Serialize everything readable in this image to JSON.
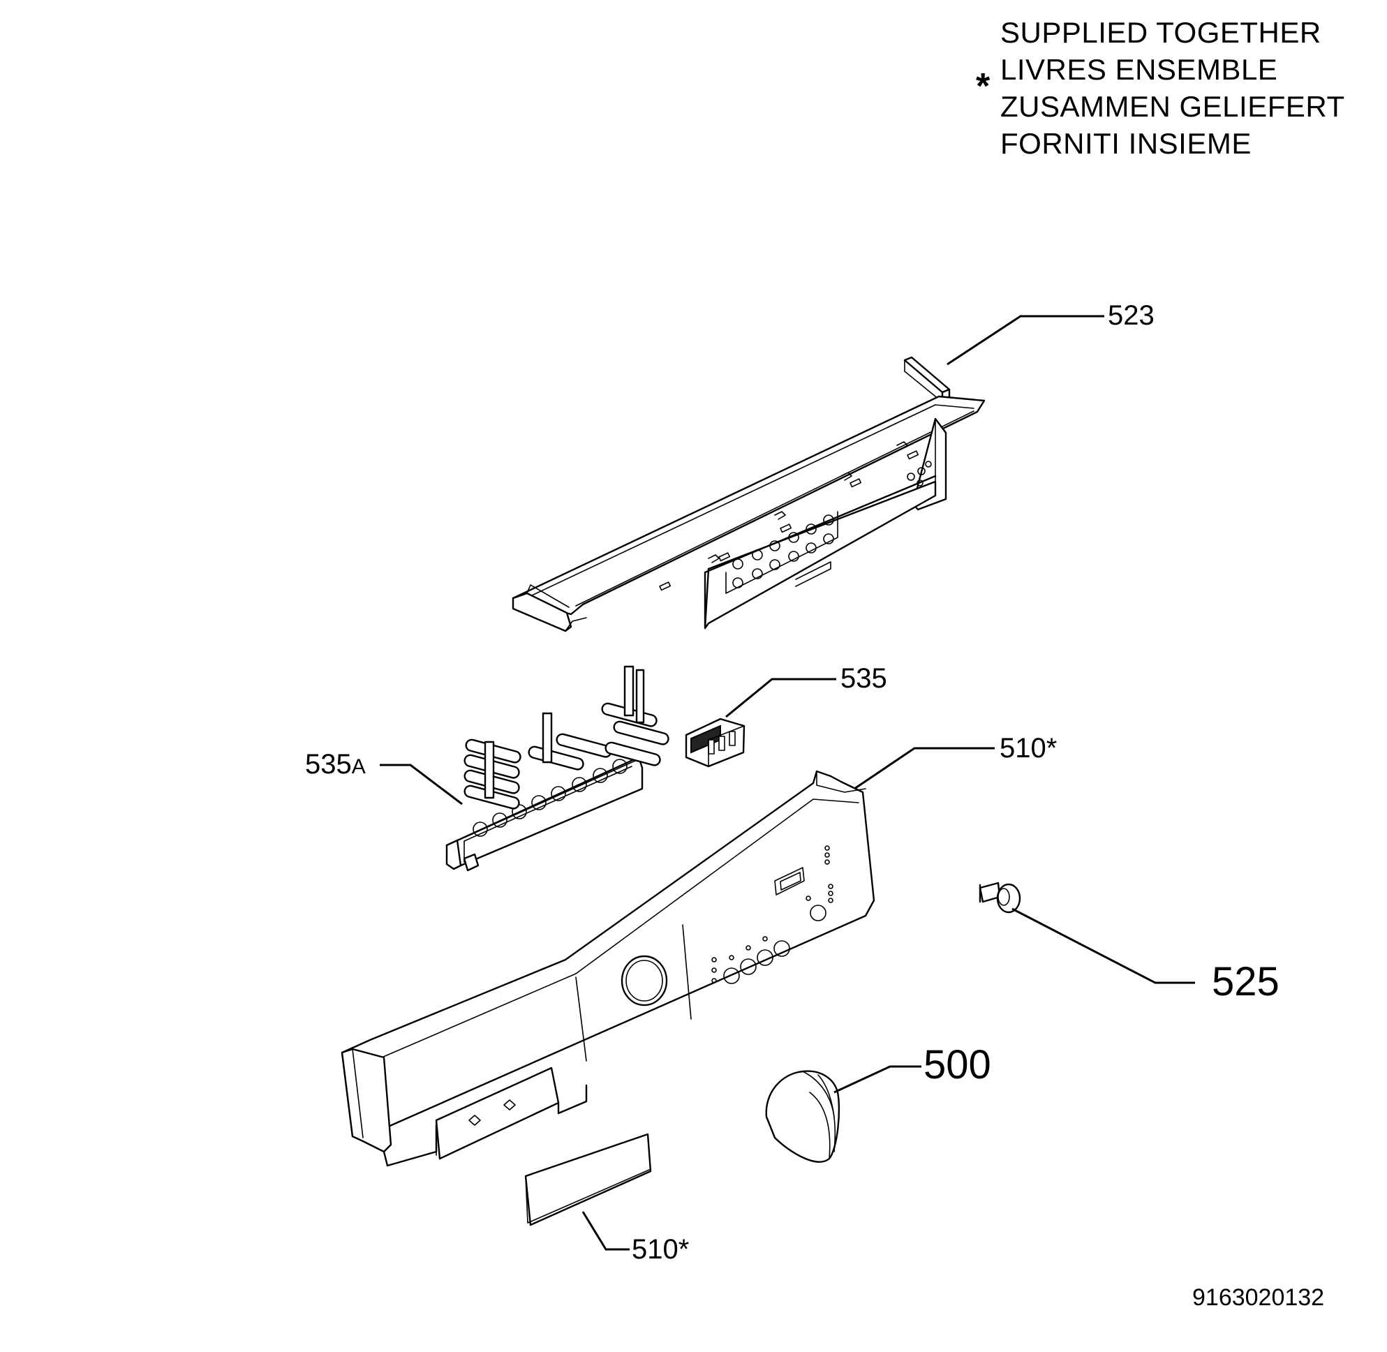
{
  "legend": {
    "asterisk": "*",
    "lines": [
      "SUPPLIED TOGETHER",
      "LIVRES ENSEMBLE",
      "ZUSAMMEN GELIEFERT",
      "FORNITI INSIEME"
    ]
  },
  "callouts": {
    "p523": "523",
    "p535": "535",
    "p535a_num": "535",
    "p535a_suffix": "A",
    "p510_top": "510*",
    "p525": "525",
    "p500": "500",
    "p510_bottom": "510*"
  },
  "document_number": "9163020132"
}
